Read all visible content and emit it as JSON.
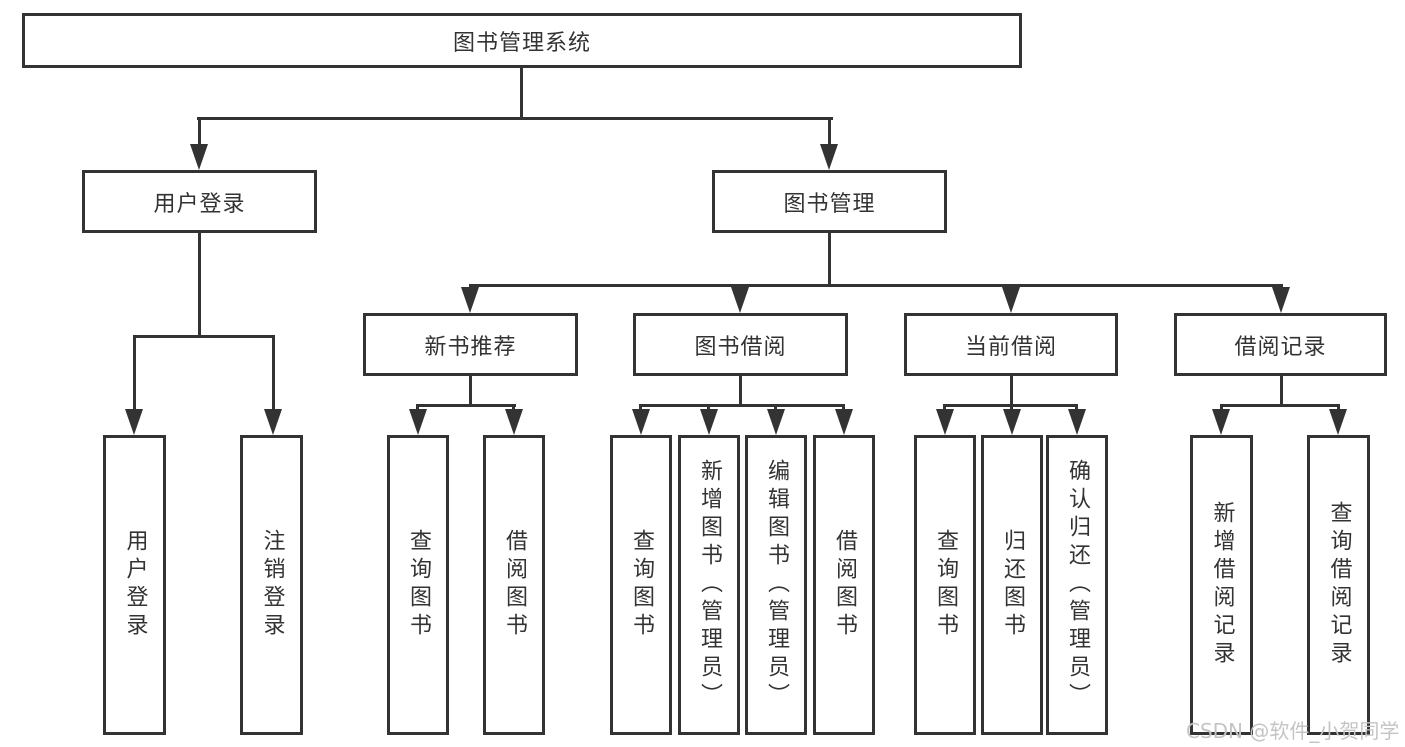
{
  "nodes": {
    "root": "图书管理系统",
    "l2": [
      "用户登录",
      "图书管理"
    ],
    "l3": [
      "新书推荐",
      "图书借阅",
      "当前借阅",
      "借阅记录"
    ],
    "l4g1": [
      "用户登录",
      "注销登录"
    ],
    "l4g2": [
      "查询图书",
      "借阅图书"
    ],
    "l4g3": [
      "查询图书",
      "新增图书（管理员）",
      "编辑图书（管理员）",
      "借阅图书"
    ],
    "l4g4": [
      "查询图书",
      "归还图书",
      "确认归还（管理员）"
    ],
    "l4g5": [
      "新增借阅记录",
      "查询借阅记录"
    ]
  },
  "watermark": "CSDN @软件_小贺同学",
  "colors": {
    "line": "#333333",
    "text": "#333333",
    "watermark": "#c4c4c4",
    "background": "#ffffff"
  }
}
